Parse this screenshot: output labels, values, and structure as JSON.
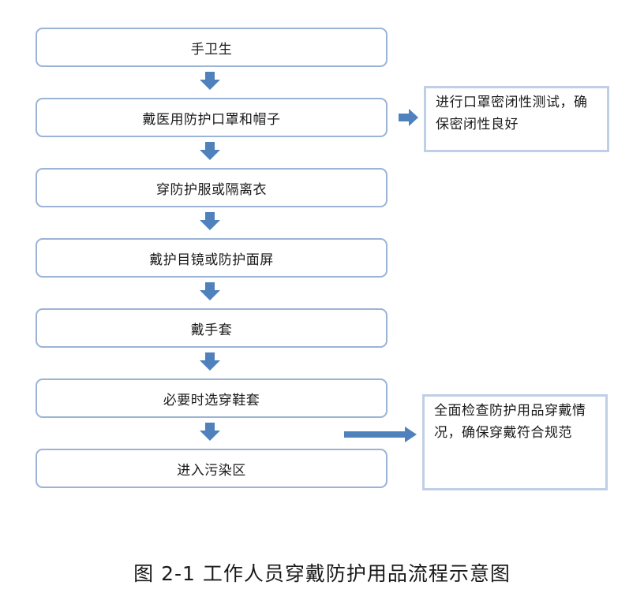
{
  "steps": [
    "手卫生",
    "戴医用防护口罩和帽子",
    "穿防护服或隔离衣",
    "戴护目镜或防护面屏",
    "戴手套",
    "必要时选穿鞋套",
    "进入污染区"
  ],
  "notes": {
    "seal_test": "进行口罩密闭性测试，确保密闭性良好",
    "final_check": "全面检查防护用品穿戴情况，确保穿戴符合规范"
  },
  "caption": "图 2-1 工作人员穿戴防护用品流程示意图",
  "colors": {
    "box_border": "#9bb3d6",
    "note_border": "#bfcfe6",
    "arrow": "#4f81bd"
  }
}
